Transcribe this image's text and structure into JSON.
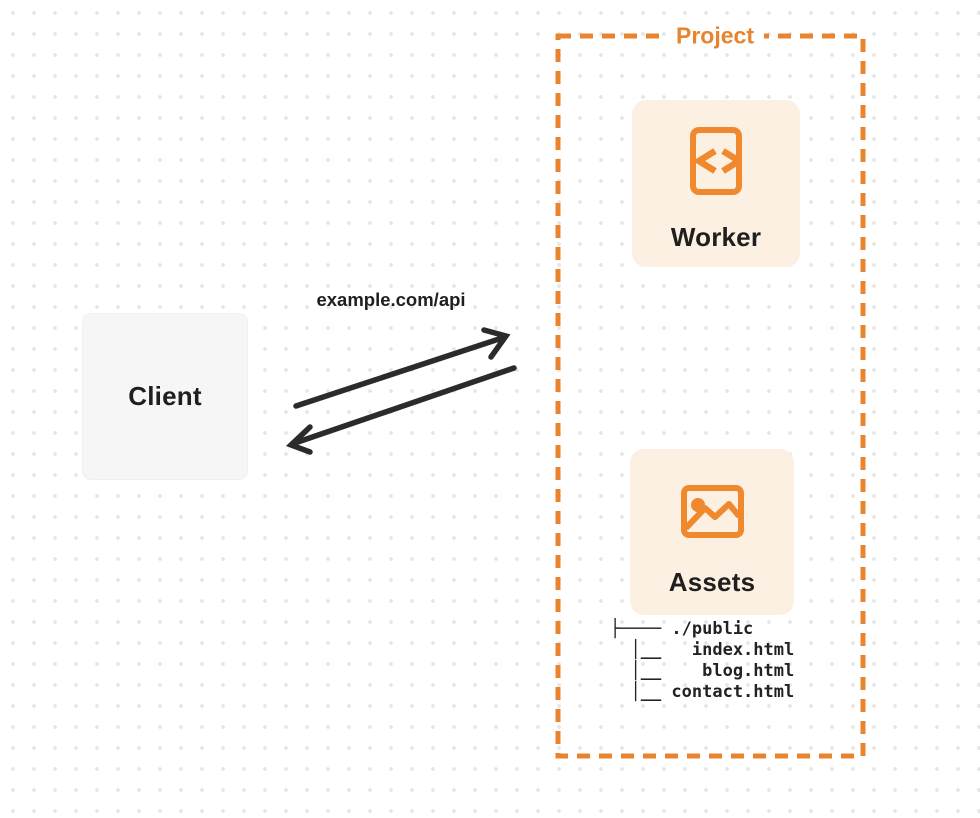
{
  "client": {
    "label": "Client"
  },
  "request": {
    "url_label": "example.com/api"
  },
  "project": {
    "label": "Project",
    "worker": {
      "label": "Worker",
      "icon": "code-icon"
    },
    "assets": {
      "label": "Assets",
      "icon": "image-icon"
    },
    "file_tree": {
      "lines": [
        "├──── ./public",
        "  │__   index.html",
        "  │__    blog.html",
        "  │__ contact.html"
      ]
    }
  },
  "colors": {
    "accent_orange": "#E8842D",
    "icon_orange": "#F0882E",
    "card_cream": "#FBF0E1",
    "card_gray": "#F6F6F7",
    "arrow_dark": "#2B2B2B",
    "text_dark": "#1F1F1F",
    "grid_dot": "#E6E6E6"
  }
}
